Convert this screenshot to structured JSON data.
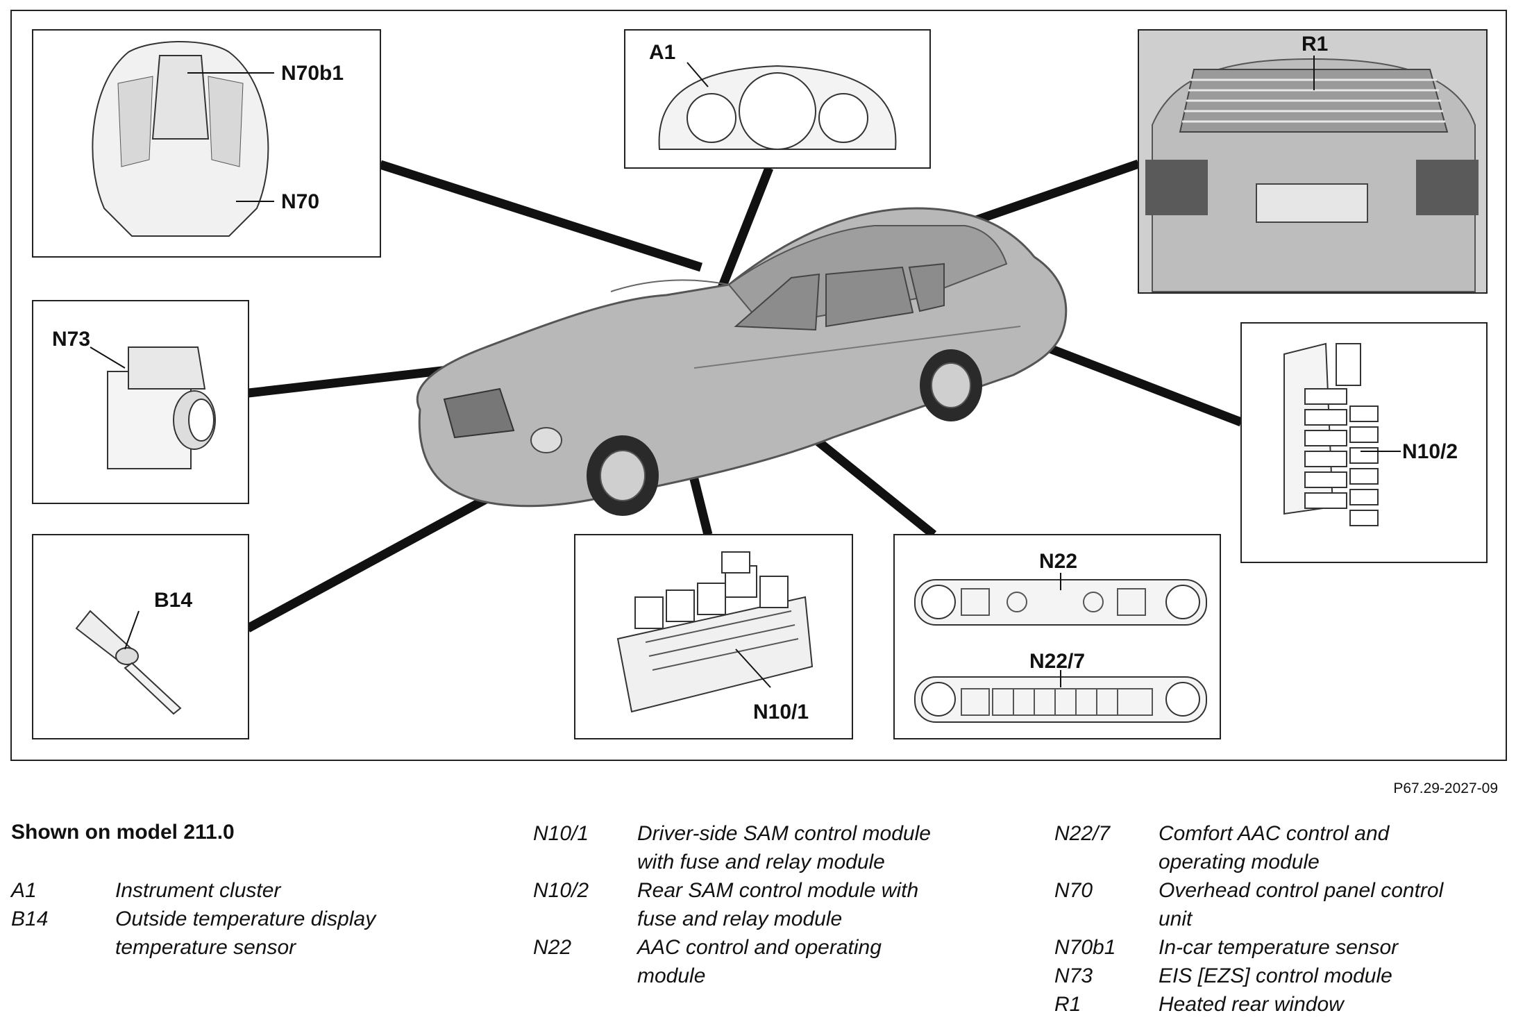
{
  "figure_code": "P67.29-2027-09",
  "model_title": "Shown on model 211.0",
  "callouts": {
    "n70b1": "N70b1",
    "n70": "N70",
    "a1": "A1",
    "r1": "R1",
    "n73": "N73",
    "n10_2": "N10/2",
    "b14": "B14",
    "n10_1": "N10/1",
    "n22": "N22",
    "n22_7": "N22/7"
  },
  "legend": {
    "col1": [
      {
        "code": "A1",
        "desc": "Instrument cluster"
      },
      {
        "code": "B14",
        "desc": "Outside temperature display\ntemperature sensor"
      }
    ],
    "col2": [
      {
        "code": "N10/1",
        "desc": "Driver-side SAM control module\nwith fuse and relay module"
      },
      {
        "code": "N10/2",
        "desc": "Rear SAM control module with\nfuse and relay module"
      },
      {
        "code": "N22",
        "desc": "AAC control and operating\nmodule"
      }
    ],
    "col3": [
      {
        "code": "N22/7",
        "desc": "Comfort AAC control and\noperating module"
      },
      {
        "code": "N70",
        "desc": "Overhead control panel control\nunit"
      },
      {
        "code": "N70b1",
        "desc": " In-car temperature sensor"
      },
      {
        "code": "N73",
        "desc": "EIS [EZS] control module"
      },
      {
        "code": "R1",
        "desc": "Heated rear window"
      }
    ]
  }
}
